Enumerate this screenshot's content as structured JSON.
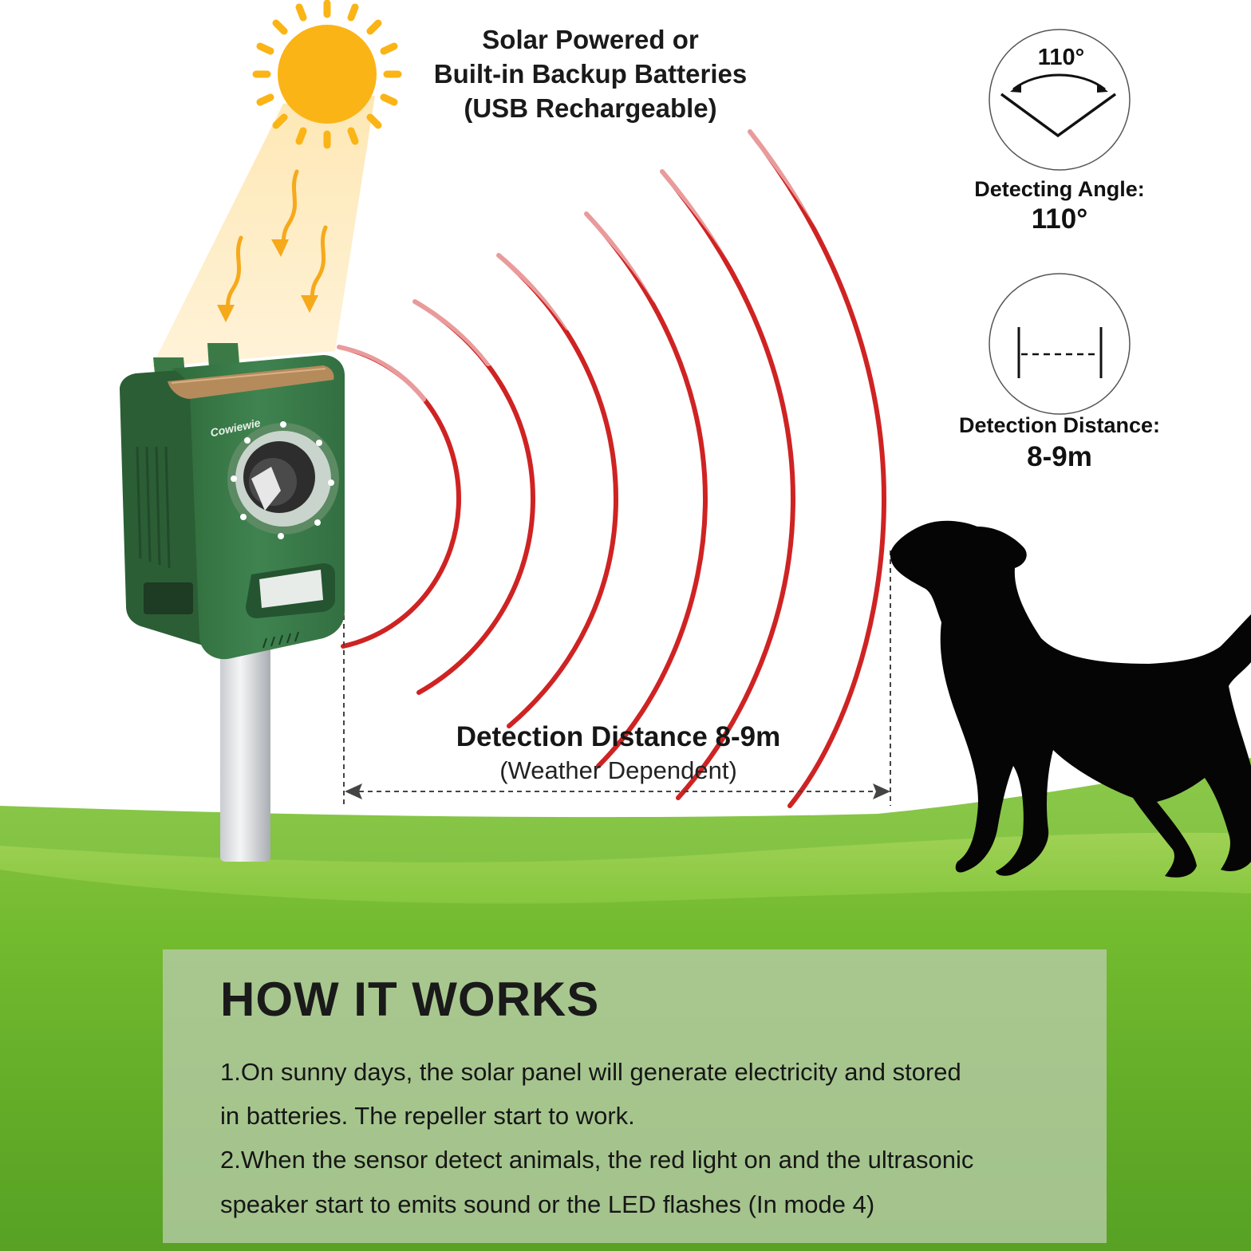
{
  "headline": {
    "line1": "Solar Powered or",
    "line2": "Built-in Backup Batteries",
    "line3": "(USB Rechargeable)"
  },
  "device": {
    "brand": "Cowiewie"
  },
  "features": {
    "angle_icon_text": "110°",
    "angle_label": "Detecting Angle:",
    "angle_value": "110°",
    "distance_label": "Detection Distance:",
    "distance_value": "8-9m"
  },
  "detection": {
    "title": "Detection Distance 8-9m",
    "subtitle": "(Weather Dependent)"
  },
  "how_it_works": {
    "title": "HOW IT WORKS",
    "lines": [
      "1.On sunny days, the solar panel will generate electricity and stored",
      "in batteries. The repeller start to work.",
      "2.When the sensor detect animals, the red light on and the ultrasonic",
      "speaker start to emits sound or the LED flashes (In mode 4)"
    ]
  },
  "colors": {
    "sun": "#fbb416",
    "waves": "#cf2323",
    "device_green": "#3a7a47",
    "grass": "#78c034",
    "panel": "#b8ccaa"
  }
}
